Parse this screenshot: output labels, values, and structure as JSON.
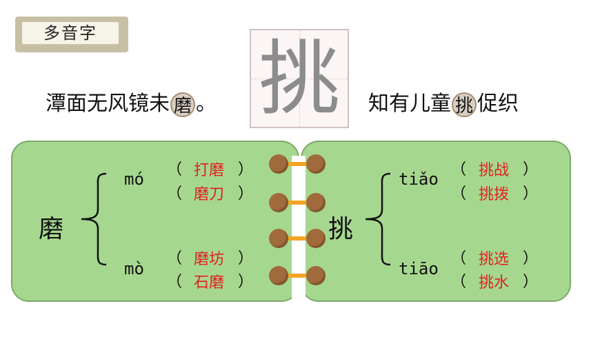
{
  "title": "多音字",
  "big_char": "挑",
  "poem": {
    "left_text": "潭面无风镜未",
    "left_circled": "磨",
    "left_end": "。",
    "right_text_a": "知有儿童",
    "right_circled": "挑",
    "right_text_b": "促织"
  },
  "left_panel": {
    "char": "磨",
    "readings": [
      {
        "pinyin": "mó",
        "words": [
          "打磨",
          "磨刀"
        ]
      },
      {
        "pinyin": "mò",
        "words": [
          "磨坊",
          "石磨"
        ]
      }
    ]
  },
  "right_panel": {
    "char": "挑",
    "readings": [
      {
        "pinyin": "tiǎo",
        "words": [
          "挑战",
          "挑拨"
        ]
      },
      {
        "pinyin": "tiāo",
        "words": [
          "挑选",
          "挑水"
        ]
      }
    ]
  },
  "paren_open": "（",
  "paren_close": "）",
  "colors": {
    "panel": "#a6d78f",
    "panel_border": "#7aa86a",
    "word": "#e02020",
    "ring": "#a06a3a",
    "band": "#f2a524"
  }
}
